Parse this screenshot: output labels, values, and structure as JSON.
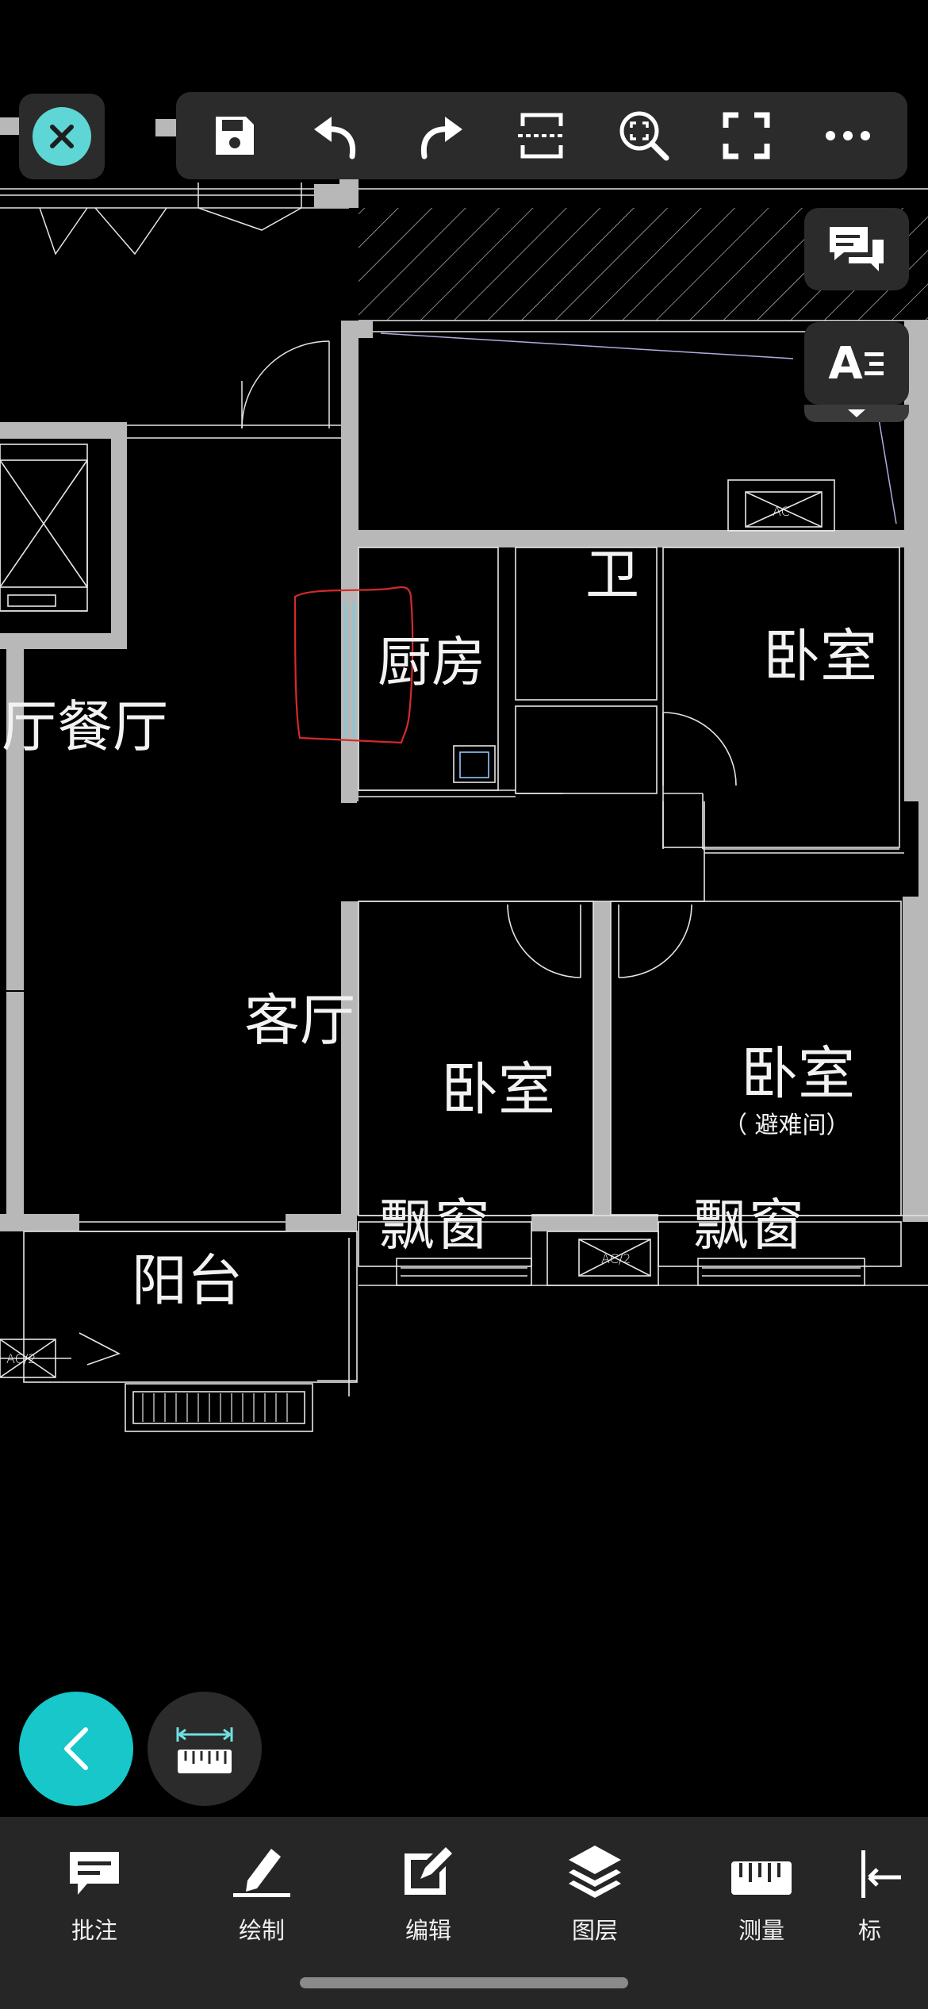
{
  "plan": {
    "rooms": {
      "kitchen": "厨房",
      "bathroom": "卫",
      "bedroom_ne": "卧室",
      "dining": "厅餐厅",
      "living": "客厅",
      "bedroom_mid": "卧室",
      "bedroom_se": "卧室",
      "refuge_note": "（ 避难间）",
      "bay_window_1": "飘窗",
      "bay_window_2": "飘窗",
      "balcony": "阳台"
    },
    "ac_labels": [
      "AC",
      "AC/2",
      "AC/2"
    ],
    "annotation_color": "#d42a2a",
    "line_color": "#e6e6e6",
    "wall_color": "#b8b8b8"
  },
  "toolbar": {
    "icons": [
      "save-icon",
      "undo-icon",
      "redo-icon",
      "crop-region-icon",
      "zoom-extent-icon",
      "fullscreen-icon",
      "more-icon"
    ]
  },
  "side": {
    "comments_icon": "comments-icon",
    "font_label": "A"
  },
  "bottom_nav": {
    "items": [
      {
        "label": "批注",
        "icon": "annotation-icon"
      },
      {
        "label": "绘制",
        "icon": "pencil-icon"
      },
      {
        "label": "编辑",
        "icon": "edit-icon"
      },
      {
        "label": "图层",
        "icon": "layers-icon"
      },
      {
        "label": "测量",
        "icon": "measure-icon"
      },
      {
        "label": "标",
        "icon": "dimension-icon"
      }
    ]
  },
  "colors": {
    "accent": "#17c7c9",
    "close_accent": "#5fd6d6",
    "panel": "#2b2b2b",
    "bottom_bar": "#262626"
  }
}
